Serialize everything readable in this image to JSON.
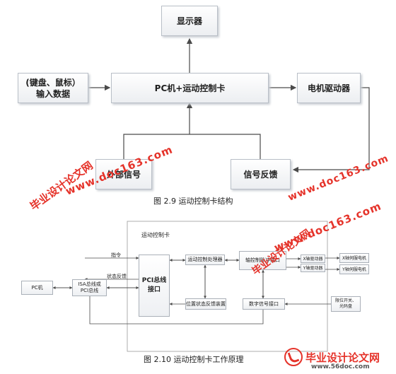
{
  "fig1": {
    "display": "显示器",
    "input_line1": "(键盘、鼠标）",
    "input_line2": "输入数据",
    "pc_card": "PC机+运动控制卡",
    "motor_driver": "电机驱动器",
    "external_signal": "外部信号",
    "signal_feedback": "信号反馈",
    "caption": "图 2.9 运动控制卡结构"
  },
  "fig2": {
    "title": "运动控制卡",
    "command": "指令",
    "status_feedback": "状态反馈",
    "pc": "PC机",
    "isa_line1": "ISA总线或",
    "isa_line2": "PCI总线",
    "pci_line1": "PCI总线",
    "pci_line2": "接口",
    "processor": "运动控制处理器",
    "pulse_if": "轴控制脉冲接口",
    "x_drive": "X轴驱动器",
    "y_drive": "Y轴驱动器",
    "x_servo": "X轴伺服电机",
    "y_servo": "Y轴伺服电机",
    "pos_feedback": "位置状态反馈装置",
    "digital_if": "数字信号接口",
    "limit_line1": "限位开关、",
    "limit_line2": "光码盘",
    "caption": "图 2.10 运动控制卡工作原理"
  },
  "watermarks": {
    "a_name": "毕业设计论文网",
    "a_url": "www.doc163.com",
    "b_name": "毕业设计论文网",
    "b_url": "www.doc163.com",
    "c_url": "www.doc163.com",
    "logo_name": "毕业设计论文网",
    "logo_url": "www.56doc.com"
  },
  "colors": {
    "line": "#4a4a4a",
    "watermark": "#e5332a",
    "box_border": "#b9bfc7"
  }
}
